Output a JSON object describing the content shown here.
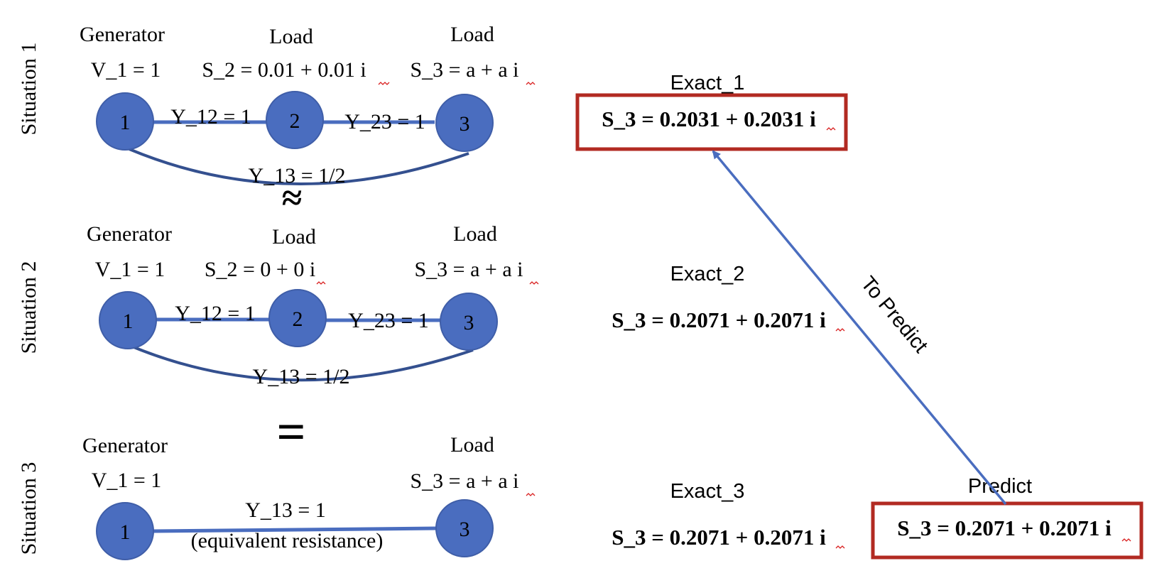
{
  "colors": {
    "node_fill": "#4a6dbf",
    "node_stroke": "#3f5ea8",
    "edge": "#4a6dbf",
    "curve": "#34508f",
    "box": "#b22a22",
    "arrow": "#4a6dbf",
    "spell_mark": "#d92020"
  },
  "situations": [
    {
      "label": "Situation 1",
      "bus1_type": "Generator",
      "bus2_type": "Load",
      "bus3_type": "Load",
      "v1": "V_1 = 1",
      "s2": "S_2 = 0.01 + 0.01 i",
      "s3": "S_3 = a + a i",
      "node1": "1",
      "node2": "2",
      "node3": "3",
      "y12": "Y_12 = 1",
      "y23": "Y_23 = 1",
      "y13": "Y_13 = 1/2"
    },
    {
      "label": "Situation 2",
      "bus1_type": "Generator",
      "bus2_type": "Load",
      "bus3_type": "Load",
      "v1": "V_1 = 1",
      "s2": "S_2 = 0 + 0 i",
      "s3": "S_3 = a + a i",
      "node1": "1",
      "node2": "2",
      "node3": "3",
      "y12": "Y_12 = 1",
      "y23": "Y_23 = 1",
      "y13": "Y_13 = 1/2"
    },
    {
      "label": "Situation 3",
      "bus1_type": "Generator",
      "bus3_type": "Load",
      "v1": "V_1 = 1",
      "s3": "S_3 = a + a i",
      "node1": "1",
      "node3": "3",
      "y13": "Y_13 = 1",
      "y13_note": "(equivalent resistance)"
    }
  ],
  "relations": {
    "approx": "≈",
    "equals": "="
  },
  "results": {
    "exact1_label": "Exact_1",
    "exact1_value": "S_3 = 0.2031 + 0.2031 i",
    "exact2_label": "Exact_2",
    "exact2_value": "S_3 = 0.2071 + 0.2071 i",
    "exact3_label": "Exact_3",
    "exact3_value": "S_3 = 0.2071 + 0.2071 i",
    "predict_label": "Predict",
    "predict_value": "S_3 = 0.2071 + 0.2071 i",
    "arrow_label": "To Predict"
  }
}
